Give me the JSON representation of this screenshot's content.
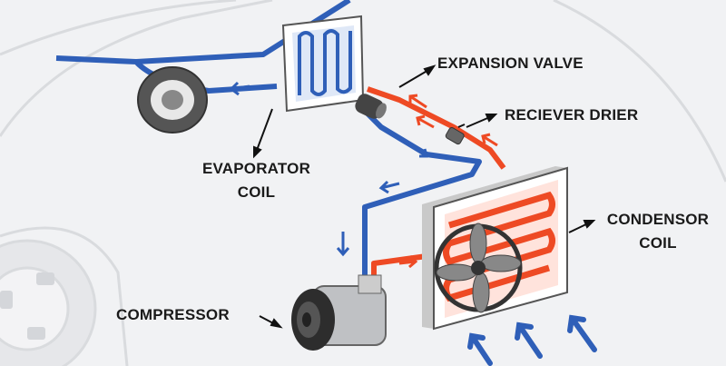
{
  "labels": {
    "expansion_valve": "EXPANSION VALVE",
    "receiver_drier": "RECIEVER DRIER",
    "evaporator_line1": "EVAPORATOR",
    "evaporator_line2": "COIL",
    "condensor_line1": "CONDENSOR",
    "condensor_line2": "COIL",
    "compressor": "COMPRESSOR"
  },
  "colors": {
    "cold_line": "#2f5fb8",
    "hot_line": "#ee4a24",
    "label": "#1a1a1a",
    "background": "#f1f2f4"
  }
}
